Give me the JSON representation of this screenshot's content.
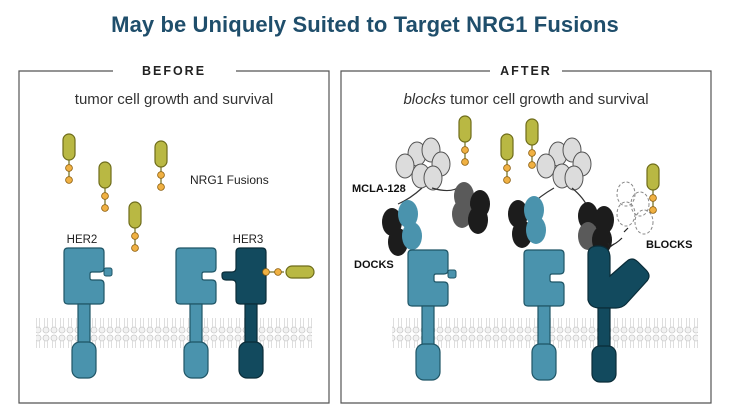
{
  "title": "May be Uniquely Suited to Target NRG1 Fusions",
  "before": {
    "header": "BEFORE",
    "subtitle": "tumor cell growth and survival",
    "nrg1_label": "NRG1 Fusions",
    "her2_label": "HER2",
    "her3_label": "HER3"
  },
  "after": {
    "header": "AFTER",
    "subtitle_em": "blocks",
    "subtitle_rest": " tumor cell growth and survival",
    "antibody_label": "MCLA-128",
    "docks_label": "DOCKS",
    "blocks_label": "BLOCKS"
  },
  "colors": {
    "title": "#1f4e6b",
    "her2": "#4a93ad",
    "her3": "#124a5e",
    "nrg1_body": "#b9b843",
    "nrg1_ball": "#f0b143",
    "antibody_dark": "#1c1c1c",
    "antibody_grey": "#5a5a5a",
    "antibody_light": "#dcdcdc",
    "membrane": "#e8e8e8"
  }
}
